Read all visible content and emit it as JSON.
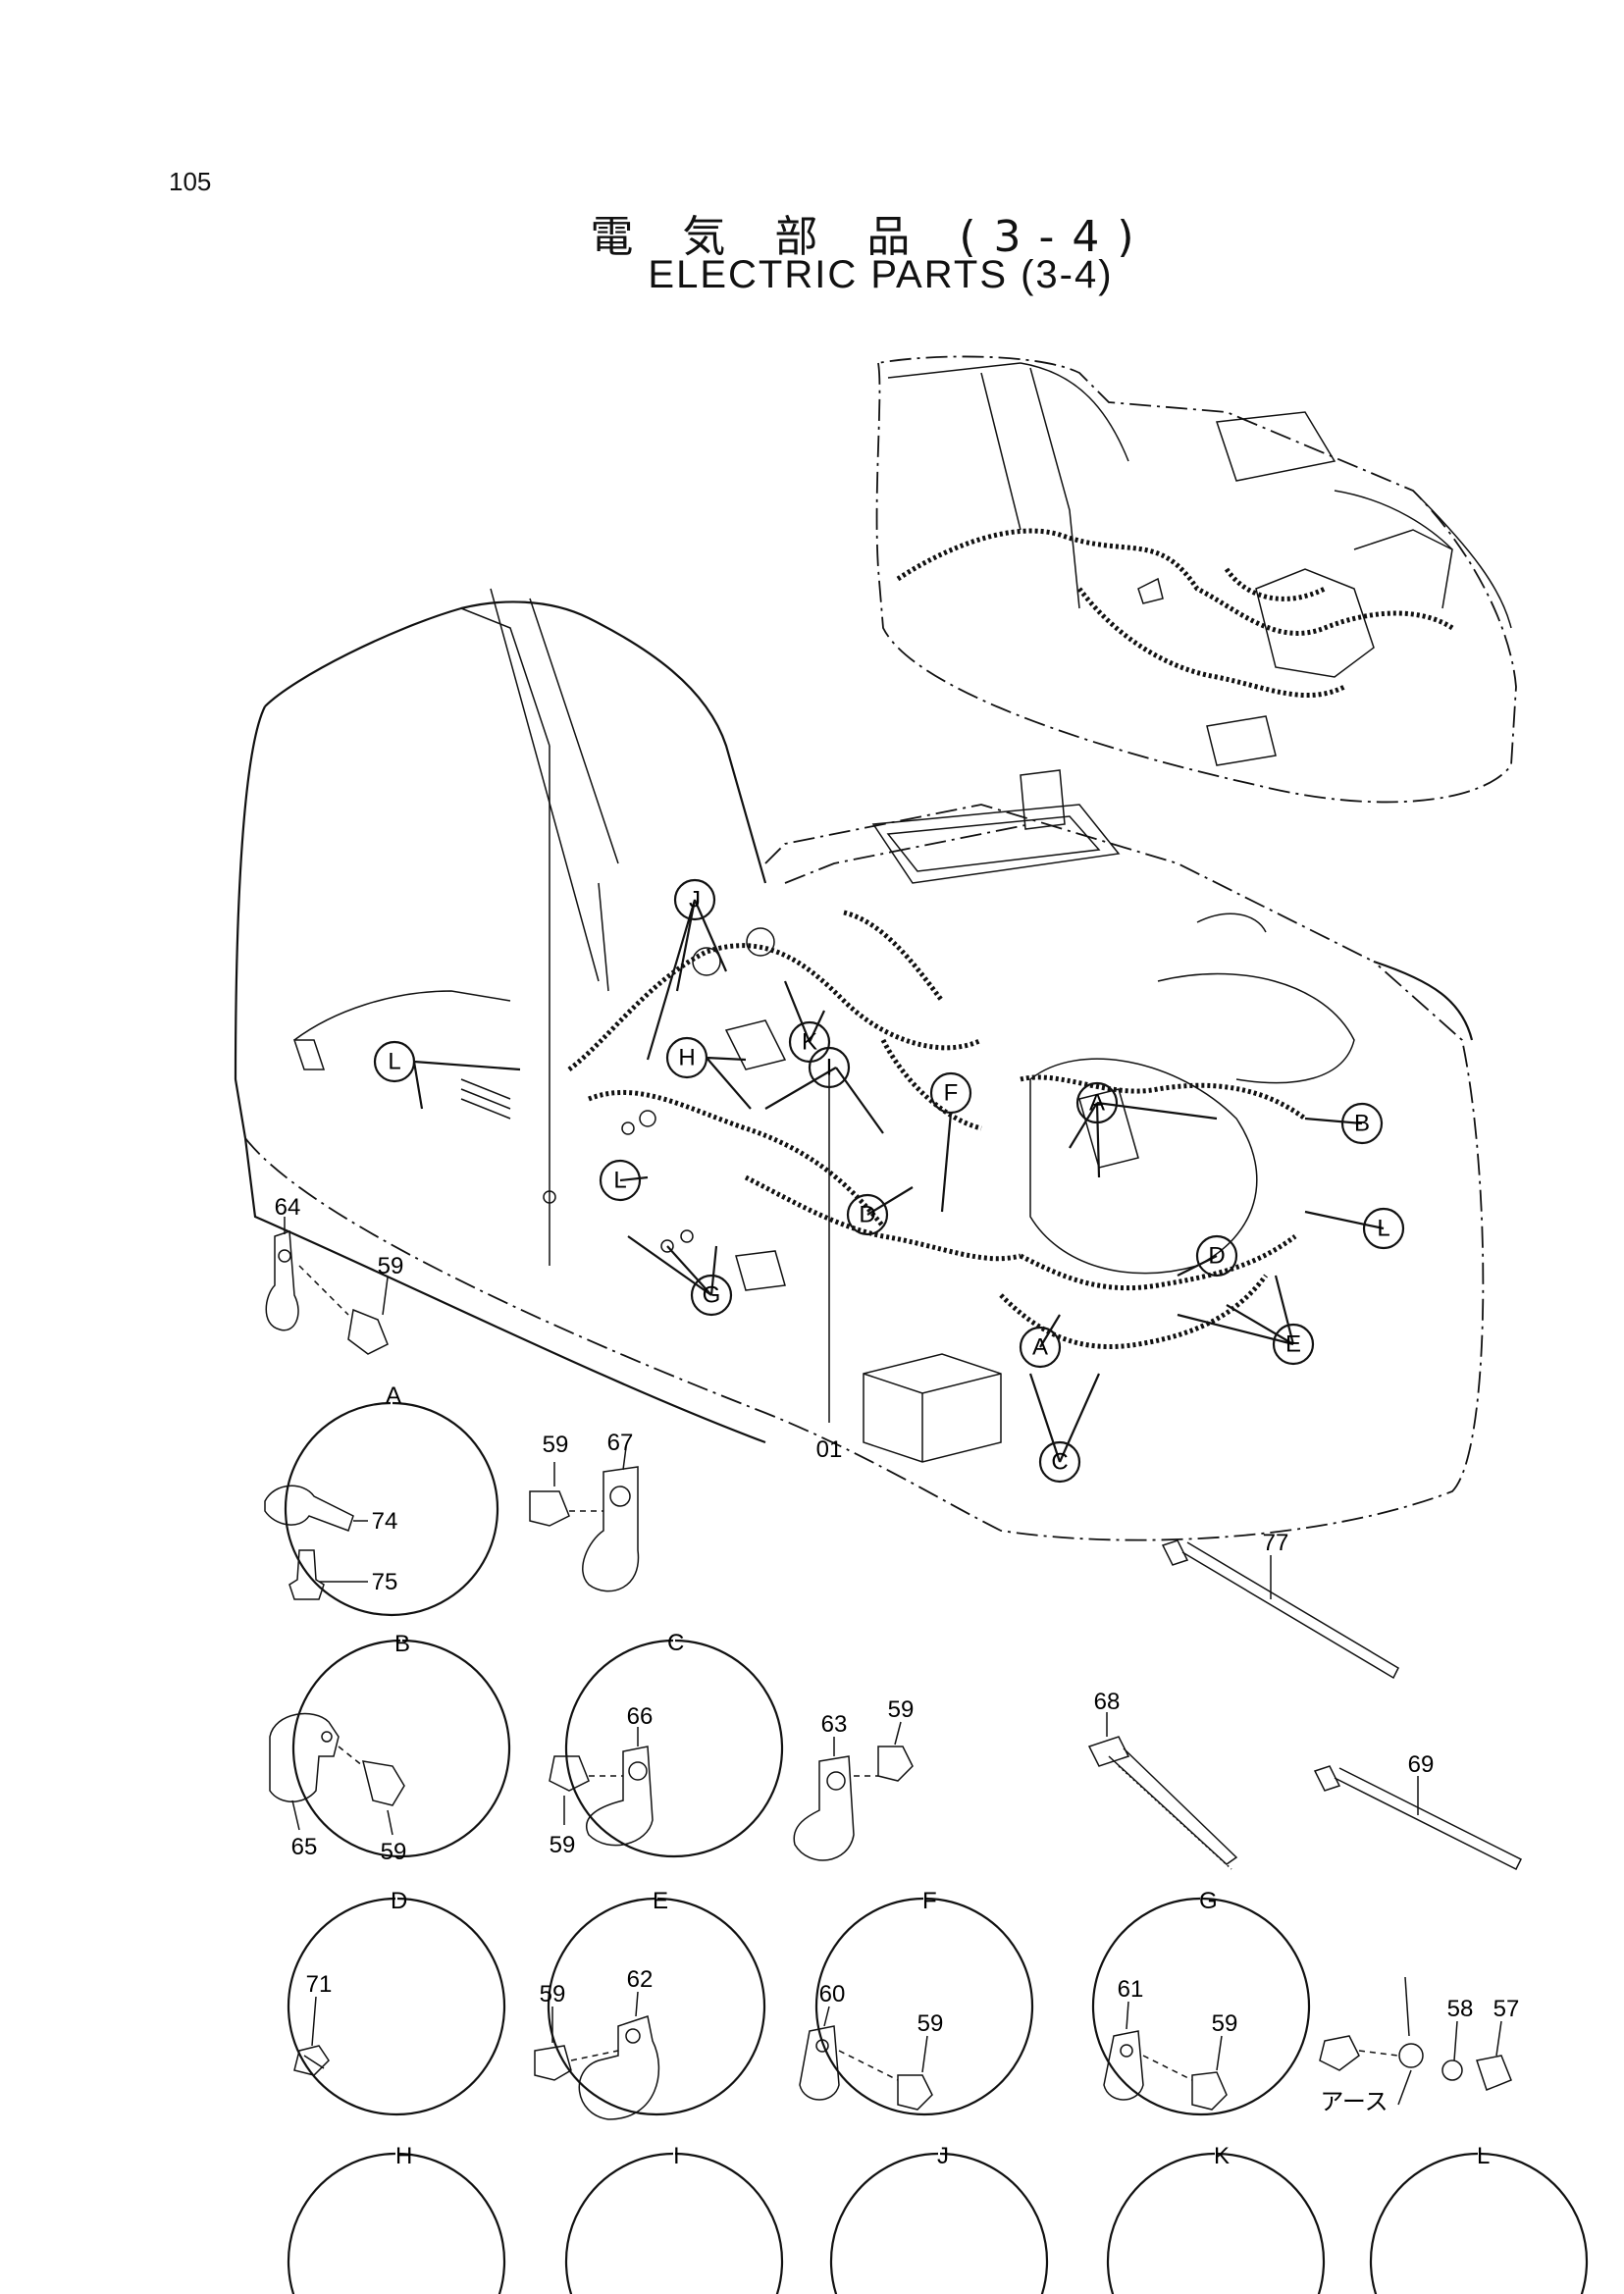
{
  "page_number": "105",
  "title_jp": "電 気 部 品 (3-4)",
  "title_en": "ELECTRIC PARTS (3-4)",
  "harness_label": "01",
  "main_callouts": [
    {
      "id": "J1",
      "letter": "J"
    },
    {
      "id": "K1",
      "letter": "K"
    },
    {
      "id": "L1",
      "letter": "L"
    },
    {
      "id": "H1",
      "letter": "H"
    },
    {
      "id": "I1",
      "letter": "I"
    },
    {
      "id": "F1",
      "letter": "F"
    },
    {
      "id": "A1",
      "letter": "A"
    },
    {
      "id": "B1",
      "letter": "B"
    },
    {
      "id": "L2",
      "letter": "L"
    },
    {
      "id": "D1",
      "letter": "D"
    },
    {
      "id": "L3",
      "letter": "L"
    },
    {
      "id": "G1",
      "letter": "G"
    },
    {
      "id": "D2",
      "letter": "D"
    },
    {
      "id": "A2",
      "letter": "A"
    },
    {
      "id": "E1",
      "letter": "E"
    },
    {
      "id": "C1",
      "letter": "C"
    }
  ],
  "details": [
    {
      "letter": "A",
      "parts": [
        "64",
        "59"
      ]
    },
    {
      "letter": "B",
      "parts": [
        "74",
        "75"
      ]
    },
    {
      "letter": "C",
      "parts": [
        "59",
        "67"
      ]
    },
    {
      "letter": "D",
      "parts": [
        "65",
        "59"
      ]
    },
    {
      "letter": "E",
      "parts": [
        "66",
        "59"
      ]
    },
    {
      "letter": "F",
      "parts": [
        "63",
        "59"
      ]
    },
    {
      "letter": "G",
      "parts": [
        "68"
      ]
    },
    {
      "letter": "H",
      "parts": [
        "71"
      ]
    },
    {
      "letter": "I",
      "parts": [
        "59",
        "62"
      ]
    },
    {
      "letter": "J",
      "parts": [
        "60",
        "59"
      ]
    },
    {
      "letter": "K",
      "parts": [
        "61",
        "59"
      ]
    },
    {
      "letter": "L",
      "parts": [
        "58",
        "57"
      ],
      "note": "アース"
    }
  ],
  "loose_parts": [
    {
      "part": "77"
    },
    {
      "part": "69"
    }
  ]
}
